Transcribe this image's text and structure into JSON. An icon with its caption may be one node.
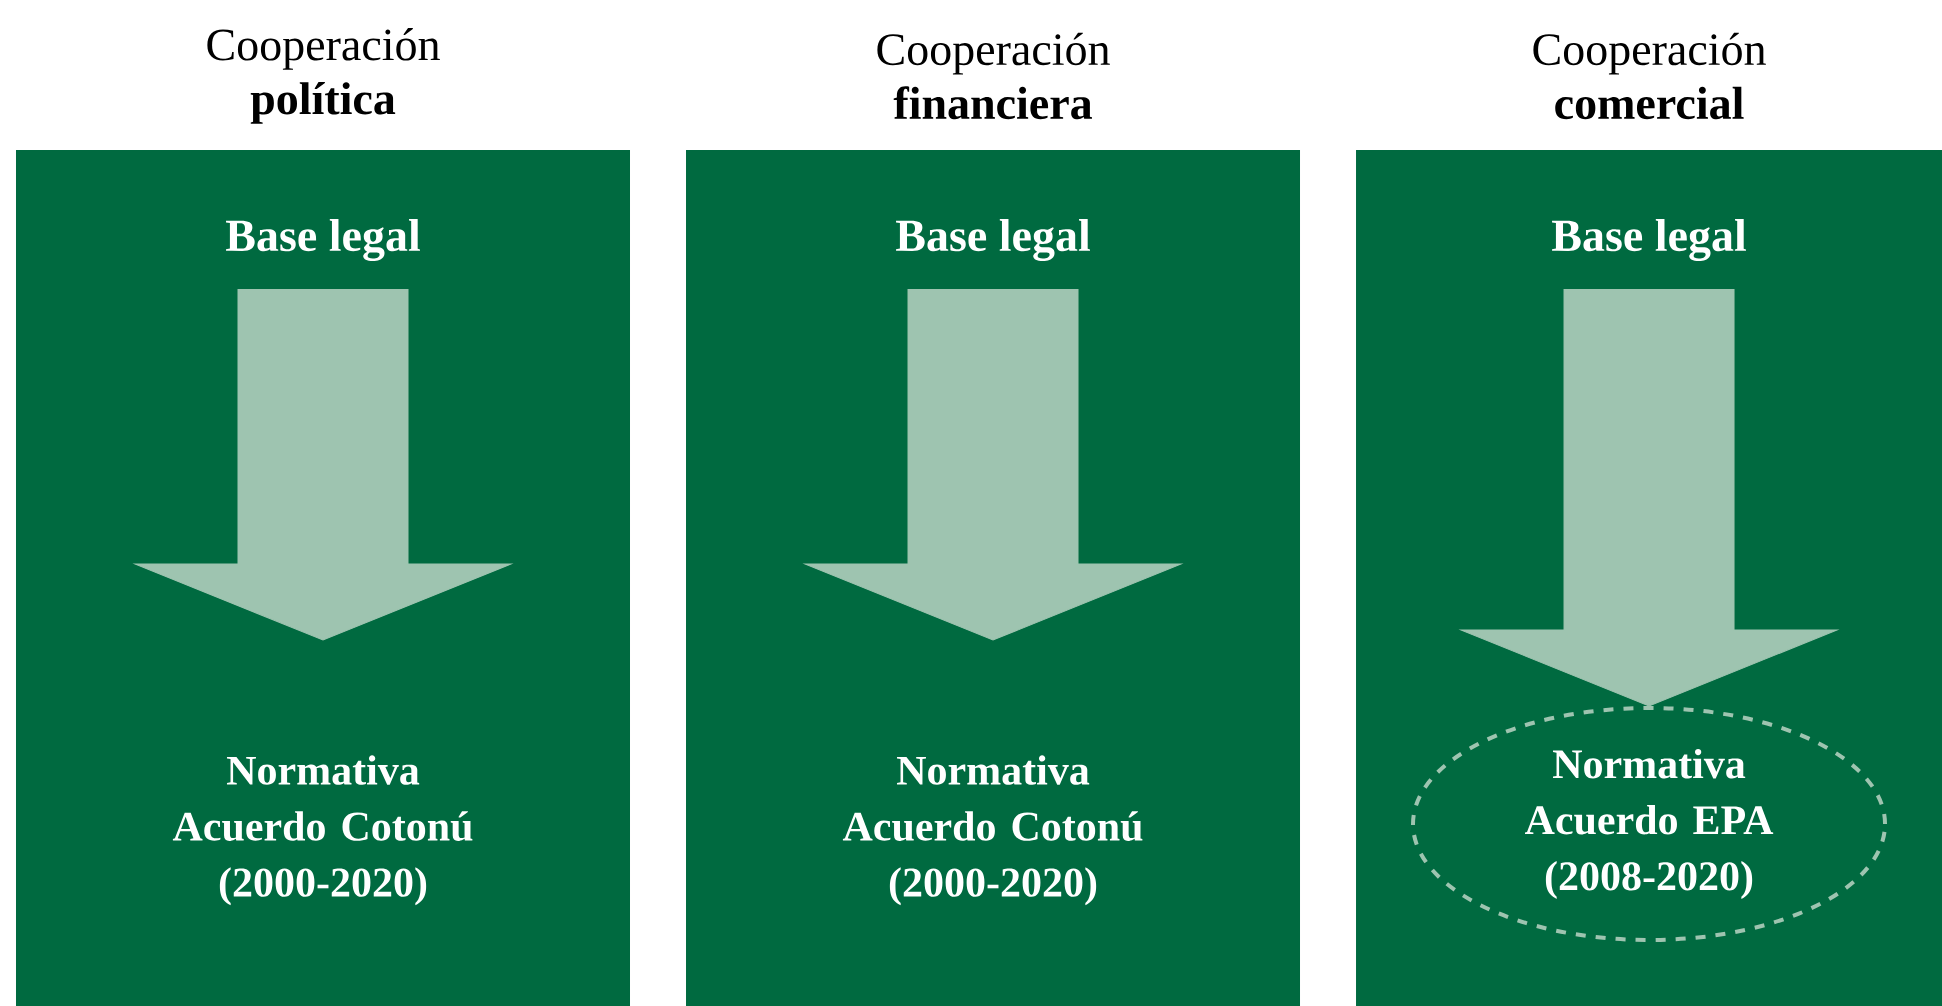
{
  "diagram": {
    "nodes": [
      {
        "text": [
          "Cooperación **política**"
        ]
      },
      {
        "text": [
          "Base legal"
        ],
        "in": 0
      },
      {
        "text": [
          "Normativa Acuerdo Cotonú (2000-2020)"
        ],
        "in": 0
      },
      {
        "text": [
          "Cooperación **financiera**"
        ]
      },
      {
        "text": [
          "Base legal"
        ],
        "in": 3
      },
      {
        "text": [
          "Normativa Acuerdo Cotonú (2000-2020)"
        ],
        "in": 3
      },
      {
        "text": [
          "Cooperación **comercial**"
        ]
      },
      {
        "text": [
          "Base legal"
        ],
        "in": 6
      },
      {
        "text": [
          "Normativa Acuerdo EPA (2008-2020)"
        ],
        "in": 6
      }
    ],
    "edges": [
      {
        "from": 1,
        "to": 2,
        "arrow": "to"
      },
      {
        "from": 4,
        "to": 5,
        "arrow": "to"
      },
      {
        "from": 7,
        "to": 8,
        "arrow": "to"
      }
    ]
  }
}
